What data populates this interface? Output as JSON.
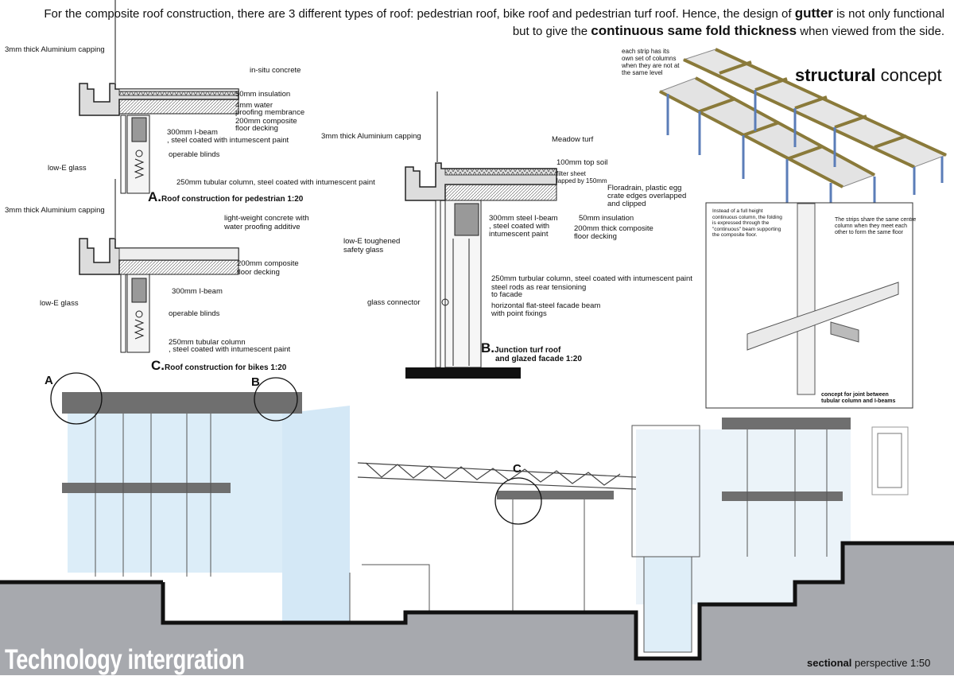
{
  "intro": {
    "line1_pre": "For the composite roof construction, there are 3 different types of roof: pedestrian roof, bike roof and pedestrian turf roof. Hence, the design of ",
    "line1_bold": "gutter",
    "line1_post": " is not only functional",
    "line2_pre": "but to give the ",
    "line2_bold": "continuous same fold thickness",
    "line2_post": " when viewed from the side."
  },
  "detailA": {
    "labels": {
      "capping": "3mm thick Aluminium capping",
      "concrete": "in-situ concrete",
      "insulation": "50mm insulation",
      "membrane1": "4mm water",
      "membrane2": "proofing membrance",
      "decking1": "200mm composite",
      "decking2": "floor decking",
      "ibeam1": "300mm I-beam",
      "ibeam2": ", steel coated with intumescent paint",
      "blinds": "operable blinds",
      "glass": "low-E glass",
      "column": "250mm tubular column, steel coated with intumescent paint"
    },
    "caption_letter": "A.",
    "caption": "Roof construction for pedestrian 1:20"
  },
  "detailC": {
    "labels": {
      "capping": "3mm thick Aluminium capping",
      "concrete1": "light-weight concrete with",
      "concrete2": "water proofing additive",
      "decking1": "200mm composite",
      "decking2": "floor decking",
      "ibeam": "300mm I-beam",
      "glass": "low-E glass",
      "blinds": "operable blinds",
      "column1": "250mm tubular column",
      "column2": ", steel coated with intumescent paint"
    },
    "caption_letter": "C.",
    "caption": "Roof construction for bikes 1:20"
  },
  "detailB": {
    "labels": {
      "capping": "3mm thick Aluminium capping",
      "turf": "Meadow turf",
      "soil": "100mm top soil",
      "filter1": "filter sheet",
      "filter2": "lapped by 150mm",
      "drain1": "Floradrain, plastic egg",
      "drain2": "crate edges overlapped",
      "drain3": "and clipped",
      "ibeam1": "300mm steel I-beam",
      "ibeam2": ", steel coated with",
      "ibeam3": "intumescent paint",
      "insulation": "50mm insulation",
      "decking1": "200mm thick composite",
      "decking2": "floor decking",
      "glass1": "low-E toughened",
      "glass2": "safety glass",
      "column": "250mm turbular column, steel coated with intumescent paint",
      "rods1": "steel rods as rear tensioning",
      "rods2": "to facade",
      "connector": "glass connector",
      "facadebeam1": "horizontal flat-steel facade beam",
      "facadebeam2": "with point fixings"
    },
    "caption_letter": "B.",
    "caption1": "Junction turf roof",
    "caption2": "and glazed facade 1:20"
  },
  "structural": {
    "title_bold": "structural",
    "title_rest": " concept",
    "note1": [
      "each strip has its",
      "own set of columns",
      "when they are not at",
      "the same level"
    ],
    "note2": [
      "Instead of a full height",
      "continuous column, the folding",
      "is expressed through the",
      "\"continuous\" beam supporting",
      "the composite floor."
    ],
    "note3": [
      "The strips share the same centre",
      "column when they meet each",
      "other to form the same floor"
    ],
    "note4": [
      "concept for joint between",
      "tubular column and I-beams"
    ]
  },
  "section": {
    "markers": [
      "A",
      "B",
      "C"
    ],
    "scale_bold": "sectional",
    "scale_rest": " perspective 1:50"
  },
  "footer": {
    "title": "Technology intergration"
  },
  "colors": {
    "ground": "#a7a9ae",
    "glass": "#cfe6f5",
    "beam": "#6e6e6e",
    "olive": "#9b8a4a"
  }
}
